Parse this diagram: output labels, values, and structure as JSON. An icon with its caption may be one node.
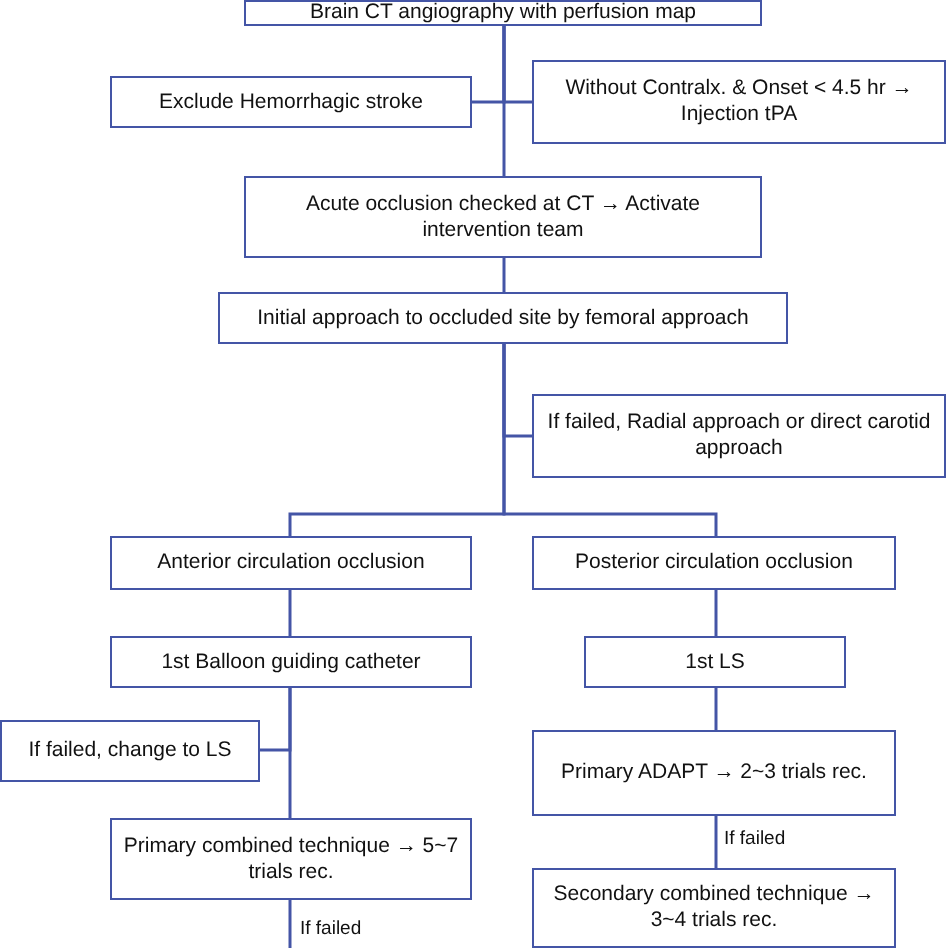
{
  "diagram": {
    "nodes": [
      {
        "text": [
          "Brain CT angiography with perfusion map"
        ]
      },
      {
        "text": [
          "Exclude Hemorrhagic stroke"
        ]
      },
      {
        "text": [
          "Without Contralx. & Onset < 4.5 hr → Injection tPA"
        ]
      },
      {
        "text": [
          "Acute occlusion checked at CT → Activate intervention team"
        ]
      },
      {
        "text": [
          "Initial approach to occluded site by femoral approach"
        ]
      },
      {
        "text": [
          "If failed, Radial approach or direct carotid approach"
        ]
      },
      {
        "text": [
          "Anterior circulation occlusion"
        ]
      },
      {
        "text": [
          "Posterior circulation occlusion"
        ]
      },
      {
        "text": [
          "1st Balloon guiding catheter"
        ]
      },
      {
        "text": [
          "1st  LS"
        ]
      },
      {
        "text": [
          "If failed, change to LS"
        ]
      },
      {
        "text": [
          "Primary ADAPT → 2~3 trials rec."
        ]
      },
      {
        "text": [
          "Primary combined technique → 5~7 trials rec."
        ]
      },
      {
        "text": [
          "Secondary combined technique → 3~4 trials rec."
        ]
      }
    ],
    "edges": [
      {
        "from": 0,
        "to": 1,
        "arrow": "none"
      },
      {
        "from": 0,
        "to": 2,
        "arrow": "none"
      },
      {
        "from": 0,
        "to": 3,
        "arrow": "none"
      },
      {
        "from": 3,
        "to": 4,
        "arrow": "none"
      },
      {
        "from": 4,
        "to": 5,
        "arrow": "none"
      },
      {
        "from": 4,
        "to": 6,
        "arrow": "none"
      },
      {
        "from": 4,
        "to": 7,
        "arrow": "none"
      },
      {
        "from": 6,
        "to": 8,
        "arrow": "none"
      },
      {
        "from": 8,
        "to": 10,
        "arrow": "none"
      },
      {
        "from": 8,
        "to": 12,
        "arrow": "none"
      },
      {
        "from": 12,
        "to": null,
        "arrow": "none",
        "label": "If failed"
      },
      {
        "from": 7,
        "to": 9,
        "arrow": "none"
      },
      {
        "from": 9,
        "to": 11,
        "arrow": "none"
      },
      {
        "from": 11,
        "to": 13,
        "arrow": "none",
        "label": "If failed"
      }
    ]
  }
}
